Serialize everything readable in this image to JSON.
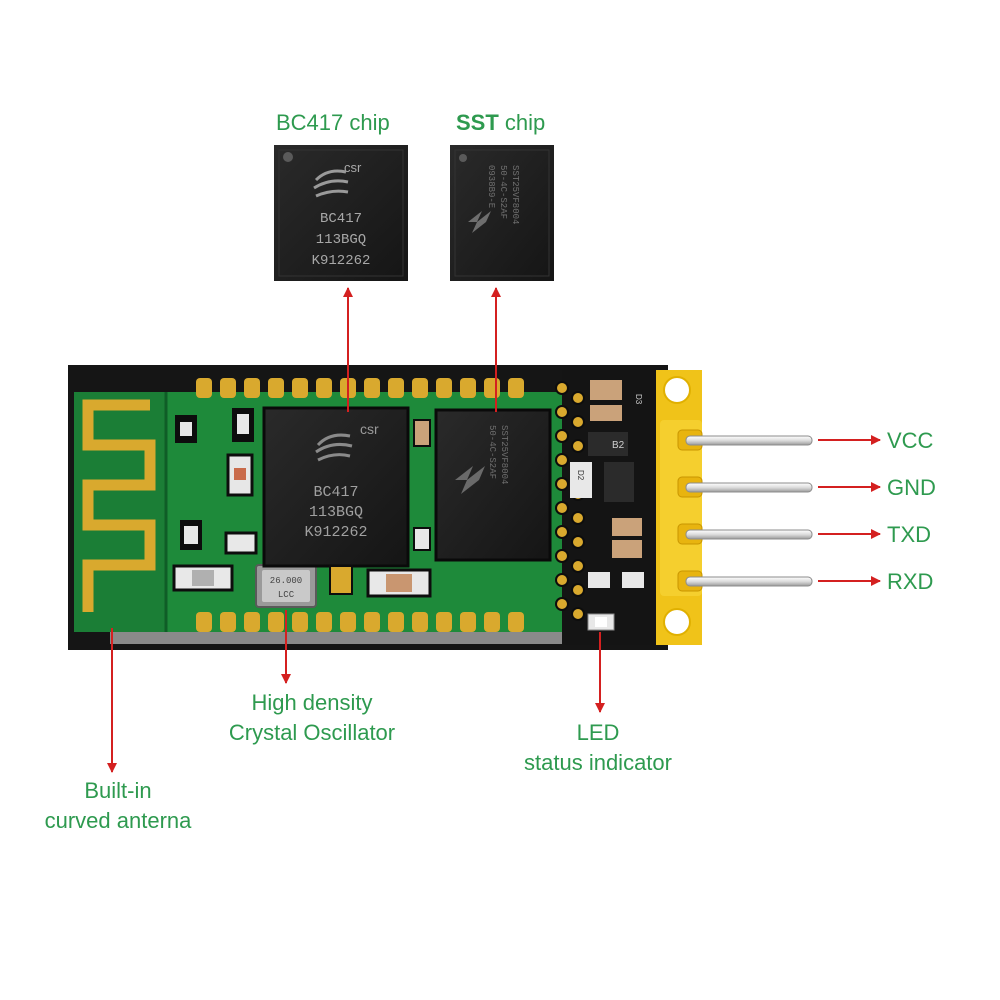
{
  "chips": {
    "bc417": {
      "title": "BC417 chip",
      "logo_text": "csr",
      "markings": [
        "BC417",
        "113BGQ",
        "K912262"
      ]
    },
    "sst": {
      "title_brand": "SST",
      "title_rest": " chip",
      "markings": [
        "SST25VF8004",
        "50-4C-S2AF",
        "0938B9-E"
      ]
    },
    "crystal_marking": [
      "LCC",
      "26.000"
    ],
    "component_codes": [
      "B2",
      "D2",
      "D3"
    ]
  },
  "pins": [
    {
      "label": "VCC"
    },
    {
      "label": "GND"
    },
    {
      "label": "TXD"
    },
    {
      "label": "RXD"
    }
  ],
  "callouts": {
    "crystal": {
      "line1": "High density",
      "line2": "Crystal Oscillator"
    },
    "led": {
      "line1": "LED",
      "line2": "status indicator"
    },
    "antenna": {
      "line1": "Built-in",
      "line2": "curved anterna"
    }
  },
  "colors": {
    "label_green": "#2e9a4f",
    "arrow_red": "#d42020",
    "pcb_green": "#1e8a3a",
    "gold": "#d9a92e",
    "header_yellow": "#f0c319",
    "chip_black": "#1c1c1c"
  }
}
